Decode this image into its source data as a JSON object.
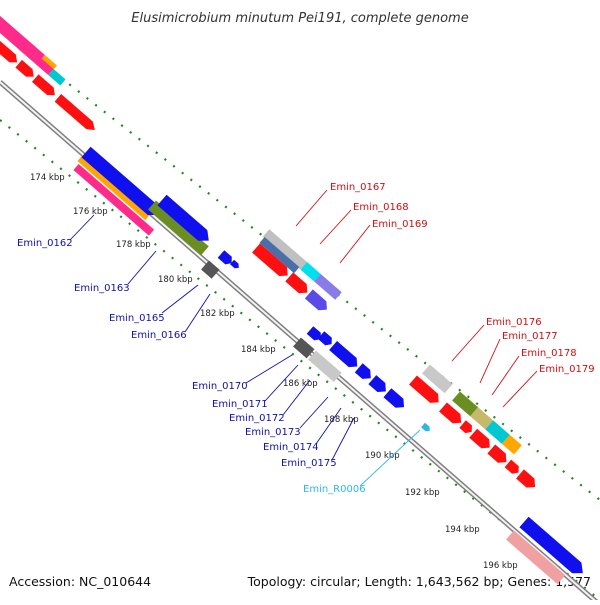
{
  "title": "Elusimicrobium minutum Pei191, complete genome",
  "accession_text": "Accession: NC_010644",
  "summary_text": "Topology: circular; Length: 1,643,562 bp; Genes: 1,577",
  "colors": {
    "backbone": "#8a8a8a",
    "tick_green": "#1d8a1d",
    "label_blue": "#1010a8",
    "label_red": "#cc1010",
    "label_cyan": "#2bb8e8"
  },
  "kbp_ticks": [
    "174 kbp",
    "176 kbp",
    "178 kbp",
    "180 kbp",
    "182 kbp",
    "184 kbp",
    "186 kbp",
    "188 kbp",
    "190 kbp",
    "192 kbp",
    "194 kbp",
    "196 kbp"
  ],
  "gene_labels_left": [
    "Emin_0162",
    "Emin_0163",
    "Emin_0165",
    "Emin_0166",
    "Emin_0170",
    "Emin_0171",
    "Emin_0172",
    "Emin_0173",
    "Emin_0174",
    "Emin_0175"
  ],
  "gene_label_rna": "Emin_R0006",
  "gene_labels_right": [
    "Emin_0167",
    "Emin_0168",
    "Emin_0169",
    "Emin_0176",
    "Emin_0177",
    "Emin_0178",
    "Emin_0179"
  ]
}
